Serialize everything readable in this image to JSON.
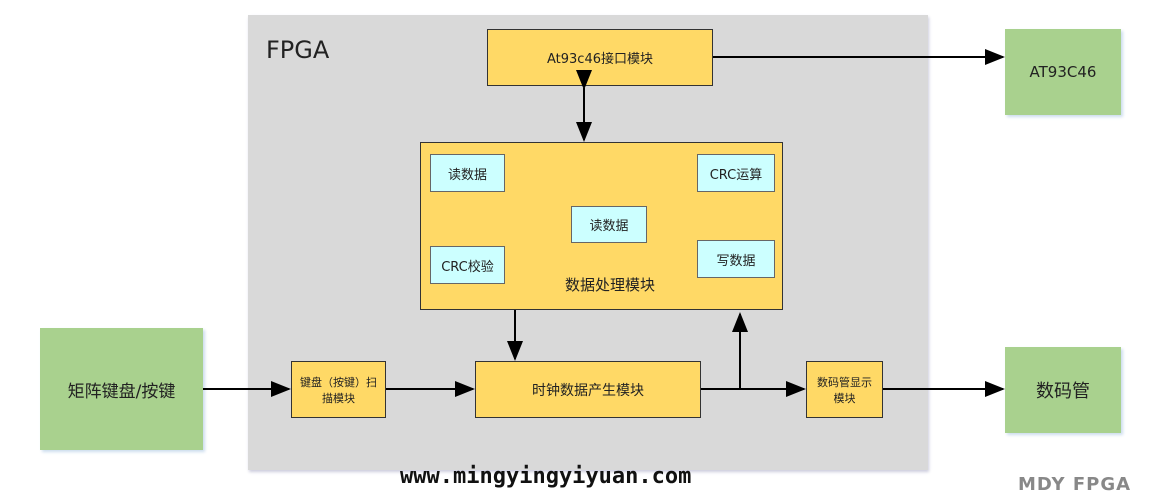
{
  "fpga_label": "FPGA",
  "blocks": {
    "at93c46_if": "At93c46接口模块",
    "at93c46": "AT93C46",
    "data_proc": "数据处理模块",
    "read1": "读数据",
    "crc_calc": "CRC运算",
    "read2": "读数据",
    "crc_check": "CRC校验",
    "write": "写数据",
    "keypad": "矩阵键盘/按键",
    "key_scan": "键盘（按键）扫描模块",
    "clock": "时钟数据产生模块",
    "seg_disp": "数码管显示模块",
    "seg": "数码管"
  },
  "website": "www.mingyingyiyuan.com",
  "watermark": "MDY FPGA",
  "colors": {
    "fpga": "#d9d9d9",
    "module": "#ffd966",
    "external": "#a9d18e",
    "sub": "#ccffff"
  }
}
